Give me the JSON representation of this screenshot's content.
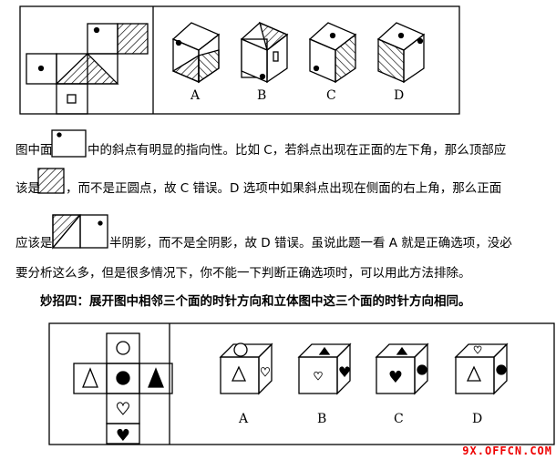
{
  "figure1": {
    "labels": [
      "A",
      "B",
      "C",
      "D"
    ]
  },
  "paragraph": {
    "l1a": "图中面",
    "l1b": "中的斜点有明显的指向性。比如 C，若斜点出现在正面的左下角，那么顶部应",
    "l2a": "该是",
    "l2b": "，而不是正圆点，故 C 错误。D 选项中如果斜点出现在侧面的右上角，那么正面",
    "l3a": "应该是",
    "l3b": "半阴影，而不是全阴影，故 D 错误。虽说此题一看 A 就是正确选项，没必",
    "l4": "要分析这么多，但是很多情况下，你不能一下判断正确选项时，可以用此方法排除。"
  },
  "heading": "妙招四：展开图中相邻三个面的时针方向和立体图中这三个面的时针方向相同。",
  "figure2": {
    "labels": [
      "A",
      "B",
      "C",
      "D"
    ]
  },
  "watermark": "9X.OFFCN.COM"
}
